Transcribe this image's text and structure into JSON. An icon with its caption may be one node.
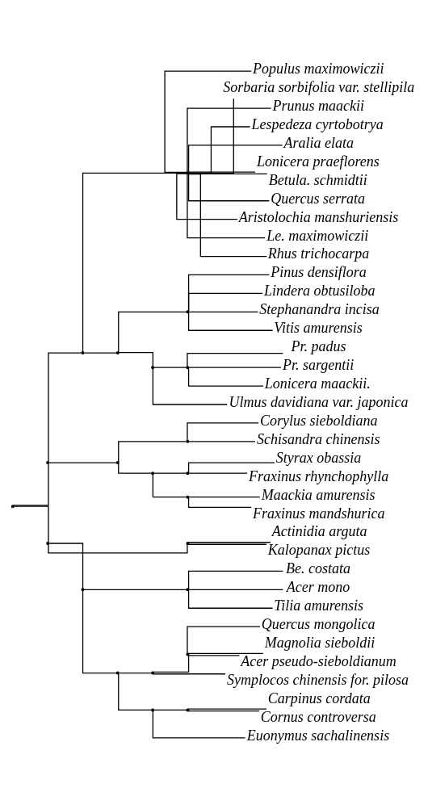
{
  "diagram": {
    "nodes": [
      {
        "text": [
          "Populus maximowiczii"
        ]
      },
      {
        "text": [
          "Sorbaria sorbifolia var. stellipila"
        ]
      },
      {
        "text": [
          "Prunus maackii"
        ]
      },
      {
        "text": [
          "Lespedeza cyrtobotrya"
        ]
      },
      {
        "text": [
          "Aralia elata"
        ]
      },
      {
        "text": [
          "Lonicera praeflorens"
        ]
      },
      {
        "text": [
          "Betula. schmidtii"
        ]
      },
      {
        "text": [
          "Quercus serrata"
        ]
      },
      {
        "text": [
          "Aristolochia manshuriensis"
        ]
      },
      {
        "text": [
          "Le. maximowiczii"
        ]
      },
      {
        "text": [
          "Rhus trichocarpa"
        ]
      },
      {
        "text": [
          "Pinus densiflora"
        ]
      },
      {
        "text": [
          "Lindera obtusiloba"
        ]
      },
      {
        "text": [
          "Stephanandra incisa"
        ]
      },
      {
        "text": [
          "Vitis amurensis"
        ]
      },
      {
        "text": [
          "Pr. padus"
        ]
      },
      {
        "text": [
          "Pr. sargentii"
        ]
      },
      {
        "text": [
          "Lonicera maackii."
        ]
      },
      {
        "text": [
          "Ulmus davidiana var. japonica"
        ]
      },
      {
        "text": [
          "Corylus sieboldiana"
        ]
      },
      {
        "text": [
          "Schisandra chinensis"
        ]
      },
      {
        "text": [
          "Styrax obassia"
        ]
      },
      {
        "text": [
          "Fraxinus rhynchophylla"
        ]
      },
      {
        "text": [
          "Maackia amurensis"
        ]
      },
      {
        "text": [
          "Fraxinus mandshurica"
        ]
      },
      {
        "text": [
          "Actinidia arguta"
        ]
      },
      {
        "text": [
          "Kalopanax pictus"
        ]
      },
      {
        "text": [
          "Be. costata"
        ]
      },
      {
        "text": [
          "Acer mono"
        ]
      },
      {
        "text": [
          "Tilia amurensis"
        ]
      },
      {
        "text": [
          "Quercus mongolica"
        ]
      },
      {
        "text": [
          "Magnolia sieboldii"
        ]
      },
      {
        "text": [
          "Acer pseudo-sieboldianum"
        ]
      },
      {
        "text": [
          "Symplocos chinensis for. pilosa"
        ]
      },
      {
        "text": [
          "Carpinus cordata"
        ]
      },
      {
        "text": [
          "Cornus controversa"
        ]
      },
      {
        "text": [
          "Euonymus sachalinensis"
        ]
      },
      {
        "text": [],
        "shape": "point"
      },
      {
        "text": [],
        "shape": "point"
      },
      {
        "text": [],
        "shape": "point"
      },
      {
        "text": [],
        "shape": "point"
      },
      {
        "text": [],
        "shape": "point"
      },
      {
        "text": [],
        "shape": "point"
      },
      {
        "text": [],
        "shape": "point"
      },
      {
        "text": [],
        "shape": "point"
      },
      {
        "text": [],
        "shape": "point"
      },
      {
        "text": [],
        "shape": "point"
      },
      {
        "text": [],
        "shape": "point"
      },
      {
        "text": [],
        "shape": "point"
      },
      {
        "text": [],
        "shape": "point"
      },
      {
        "text": [],
        "shape": "point"
      },
      {
        "text": [],
        "shape": "point"
      },
      {
        "text": [],
        "shape": "point"
      },
      {
        "text": [],
        "shape": "point"
      },
      {
        "text": [],
        "shape": "point"
      },
      {
        "text": [],
        "shape": "point"
      },
      {
        "text": [],
        "shape": "point"
      },
      {
        "text": [],
        "shape": "point"
      },
      {
        "text": [],
        "shape": "point"
      }
    ],
    "edges": [
      {
        "from": 37,
        "to": 38,
        "arrow": "none"
      },
      {
        "from": 37,
        "to": 50,
        "arrow": "none"
      },
      {
        "from": 38,
        "to": 39,
        "arrow": "none"
      },
      {
        "from": 38,
        "to": 45,
        "arrow": "none"
      },
      {
        "from": 39,
        "to": 40,
        "arrow": "none"
      },
      {
        "from": 39,
        "to": 41,
        "arrow": "none"
      },
      {
        "from": 40,
        "to": 0,
        "arrow": "none"
      },
      {
        "from": 40,
        "to": 1,
        "arrow": "none"
      },
      {
        "from": 40,
        "to": 2,
        "arrow": "none"
      },
      {
        "from": 40,
        "to": 3,
        "arrow": "none"
      },
      {
        "from": 40,
        "to": 4,
        "arrow": "none"
      },
      {
        "from": 40,
        "to": 5,
        "arrow": "none"
      },
      {
        "from": 40,
        "to": 6,
        "arrow": "none"
      },
      {
        "from": 40,
        "to": 7,
        "arrow": "none"
      },
      {
        "from": 40,
        "to": 8,
        "arrow": "none"
      },
      {
        "from": 40,
        "to": 9,
        "arrow": "none"
      },
      {
        "from": 40,
        "to": 10,
        "arrow": "none"
      },
      {
        "from": 41,
        "to": 42,
        "arrow": "none"
      },
      {
        "from": 41,
        "to": 43,
        "arrow": "none"
      },
      {
        "from": 42,
        "to": 11,
        "arrow": "none"
      },
      {
        "from": 42,
        "to": 12,
        "arrow": "none"
      },
      {
        "from": 42,
        "to": 13,
        "arrow": "none"
      },
      {
        "from": 42,
        "to": 14,
        "arrow": "none"
      },
      {
        "from": 43,
        "to": 44,
        "arrow": "none"
      },
      {
        "from": 43,
        "to": 18,
        "arrow": "none"
      },
      {
        "from": 44,
        "to": 15,
        "arrow": "none"
      },
      {
        "from": 44,
        "to": 16,
        "arrow": "none"
      },
      {
        "from": 44,
        "to": 17,
        "arrow": "none"
      },
      {
        "from": 45,
        "to": 46,
        "arrow": "none"
      },
      {
        "from": 45,
        "to": 47,
        "arrow": "none"
      },
      {
        "from": 46,
        "to": 19,
        "arrow": "none"
      },
      {
        "from": 46,
        "to": 20,
        "arrow": "none"
      },
      {
        "from": 47,
        "to": 48,
        "arrow": "none"
      },
      {
        "from": 47,
        "to": 49,
        "arrow": "none"
      },
      {
        "from": 48,
        "to": 21,
        "arrow": "none"
      },
      {
        "from": 48,
        "to": 22,
        "arrow": "none"
      },
      {
        "from": 49,
        "to": 23,
        "arrow": "none"
      },
      {
        "from": 49,
        "to": 24,
        "arrow": "none"
      },
      {
        "from": 50,
        "to": 51,
        "arrow": "none"
      },
      {
        "from": 50,
        "to": 52,
        "arrow": "none"
      },
      {
        "from": 51,
        "to": 25,
        "arrow": "none"
      },
      {
        "from": 51,
        "to": 26,
        "arrow": "none"
      },
      {
        "from": 52,
        "to": 53,
        "arrow": "none"
      },
      {
        "from": 52,
        "to": 54,
        "arrow": "none"
      },
      {
        "from": 53,
        "to": 27,
        "arrow": "none"
      },
      {
        "from": 53,
        "to": 28,
        "arrow": "none"
      },
      {
        "from": 53,
        "to": 29,
        "arrow": "none"
      },
      {
        "from": 54,
        "to": 55,
        "arrow": "none"
      },
      {
        "from": 54,
        "to": 57,
        "arrow": "none"
      },
      {
        "from": 55,
        "to": 56,
        "arrow": "none"
      },
      {
        "from": 55,
        "to": 33,
        "arrow": "none"
      },
      {
        "from": 56,
        "to": 30,
        "arrow": "none"
      },
      {
        "from": 56,
        "to": 31,
        "arrow": "none"
      },
      {
        "from": 56,
        "to": 32,
        "arrow": "none"
      },
      {
        "from": 57,
        "to": 58,
        "arrow": "none"
      },
      {
        "from": 57,
        "to": 36,
        "arrow": "none"
      },
      {
        "from": 58,
        "to": 34,
        "arrow": "none"
      },
      {
        "from": 58,
        "to": 35,
        "arrow": "none"
      }
    ]
  }
}
